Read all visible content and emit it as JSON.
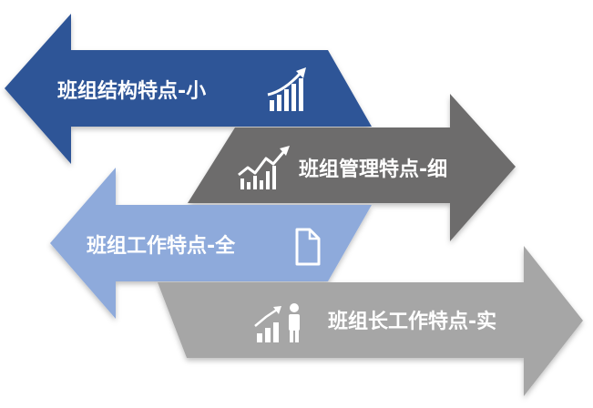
{
  "arrows": [
    {
      "label": "班组结构特点-小",
      "color": "#2f5497",
      "direction": "left",
      "icon": "bar-chart-rising-icon"
    },
    {
      "label": "班组管理特点-细",
      "color": "#6d6c6c",
      "direction": "right",
      "icon": "zigzag-growth-chart-icon"
    },
    {
      "label": "班组工作特点-全",
      "color": "#8eaadb",
      "direction": "left",
      "icon": "document-icon"
    },
    {
      "label": "班组长工作特点-实",
      "color": "#a6a6a6",
      "direction": "right",
      "icon": "person-bar-chart-icon"
    }
  ]
}
